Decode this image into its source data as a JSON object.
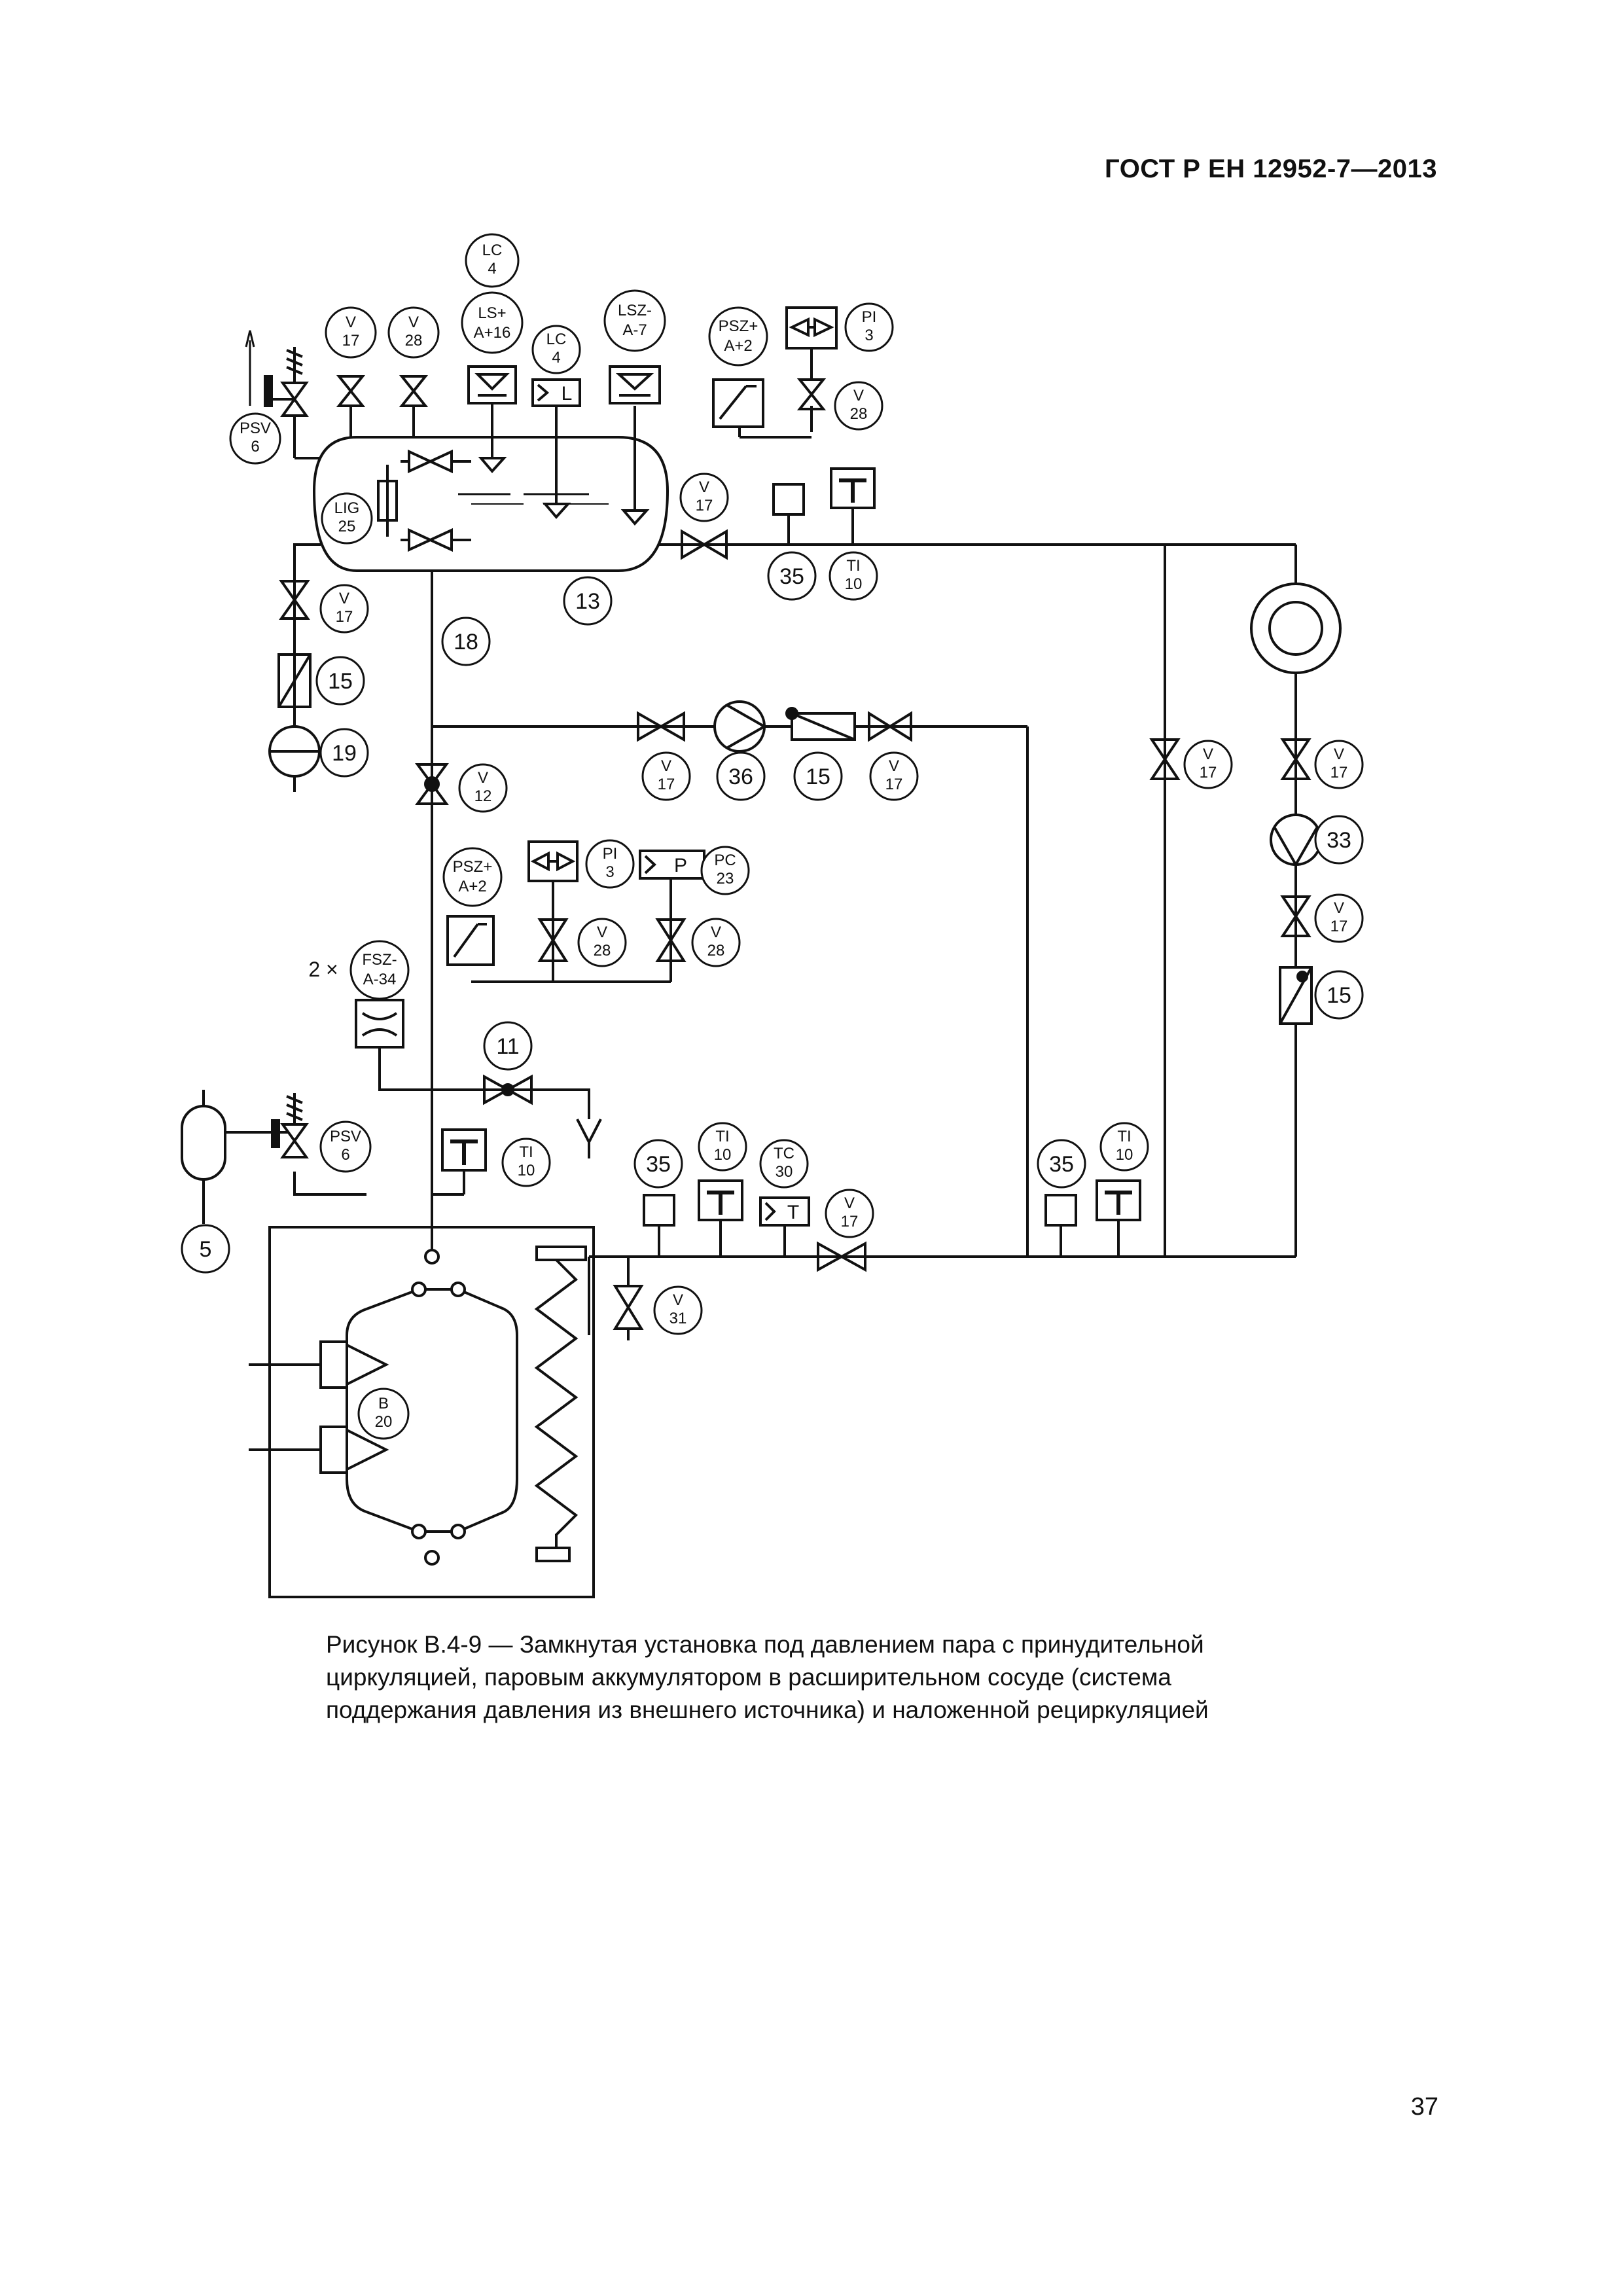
{
  "document": {
    "header": "ГОСТ Р ЕН 12952-7—2013",
    "page_number": "37",
    "caption_lines": [
      "Рисунок В.4-9 — Замкнутая установка под давлением пара с принудительной",
      "циркуляцией, паровым аккумулятором в расширительном сосуде (система",
      "поддержания давления из внешнего источника) и наложенной рециркуляцией"
    ]
  },
  "diagram": {
    "tags": {
      "lc4_top": [
        "LC",
        "4"
      ],
      "v17_a": [
        "V",
        "17"
      ],
      "v28_a": [
        "V",
        "28"
      ],
      "lsa16": [
        "LS+",
        "A+16"
      ],
      "lc4": [
        "LC",
        "4"
      ],
      "lsza7": [
        "LSZ-",
        "A-7"
      ],
      "psza2_top": [
        "PSZ+",
        "A+2"
      ],
      "pi3_top": [
        "PI",
        "3"
      ],
      "v28_top": [
        "V",
        "28"
      ],
      "psv6_top": [
        "PSV",
        "6"
      ],
      "lig25": [
        "LIG",
        "25"
      ],
      "v17_vessel": [
        "V",
        "17"
      ],
      "ti10_top": [
        "TI",
        "10"
      ],
      "n35_top": [
        "35"
      ],
      "n13": [
        "13"
      ],
      "v17_left": [
        "V",
        "17"
      ],
      "n18": [
        "18"
      ],
      "n15_left": [
        "15"
      ],
      "n19": [
        "19"
      ],
      "v12": [
        "V",
        "12"
      ],
      "v17_m1": [
        "V",
        "17"
      ],
      "n36": [
        "36"
      ],
      "n15_mid": [
        "15"
      ],
      "v17_m2": [
        "V",
        "17"
      ],
      "v17_right1": [
        "V",
        "17"
      ],
      "v17_right2": [
        "V",
        "17"
      ],
      "n33": [
        "33"
      ],
      "v17_right3": [
        "V",
        "17"
      ],
      "n15_right": [
        "15"
      ],
      "psza2_mid": [
        "PSZ+",
        "A+2"
      ],
      "pi3_mid": [
        "PI",
        "3"
      ],
      "pc23": [
        "PC",
        "23"
      ],
      "v28_m1": [
        "V",
        "28"
      ],
      "v28_m2": [
        "V",
        "28"
      ],
      "fsza34": [
        "FSZ-",
        "A-34"
      ],
      "n11": [
        "11"
      ],
      "psv6_bot": [
        "PSV",
        "6"
      ],
      "ti10_mid": [
        "TI",
        "10"
      ],
      "n5": [
        "5"
      ],
      "n35_bot1": [
        "35"
      ],
      "ti10_bot1": [
        "TI",
        "10"
      ],
      "tc30": [
        "TC",
        "30"
      ],
      "v17_bot": [
        "V",
        "17"
      ],
      "n35_bot2": [
        "35"
      ],
      "ti10_bot2": [
        "TI",
        "10"
      ],
      "v31": [
        "V",
        "31"
      ],
      "b20": [
        "B",
        "20"
      ]
    },
    "box_letters": {
      "lc4_box": "L",
      "pc23_box": "P",
      "tc30_box": "T"
    },
    "multiplier": "2 ×"
  }
}
